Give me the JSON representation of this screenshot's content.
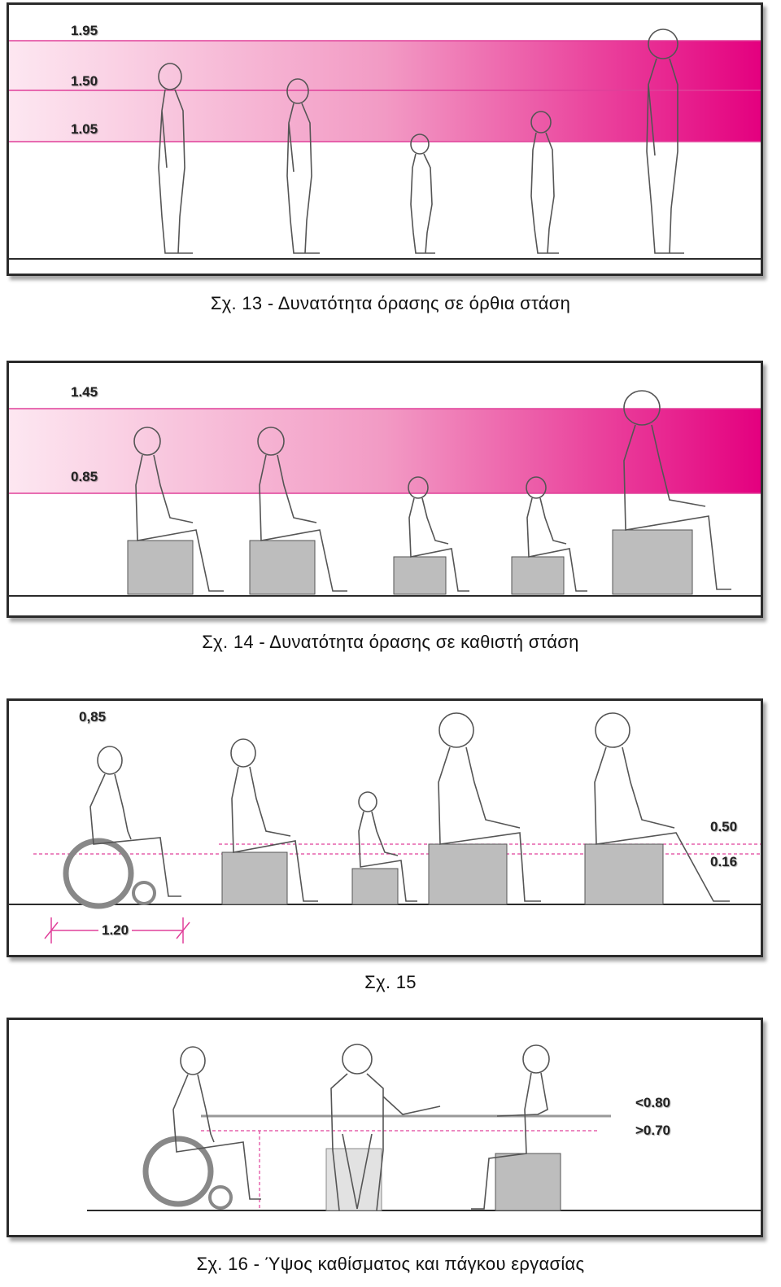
{
  "fig13": {
    "caption": "Σχ. 13 - Δυνατότητα όρασης σε όρθια στάση",
    "levels": [
      "1.95",
      "1.50",
      "1.05"
    ]
  },
  "fig14": {
    "caption": "Σχ. 14 - Δυνατότητα όρασης σε καθιστή στάση",
    "levels": [
      "1.45",
      "0.85"
    ]
  },
  "fig15": {
    "caption": "Σχ. 15",
    "top_label": "0,85",
    "right_labels": [
      "0.50",
      "0.16"
    ],
    "dimension": "1.20"
  },
  "fig16": {
    "caption": "Σχ. 16 - Ύψος καθίσματος και πάγκου εργασίας",
    "right_labels": [
      "<0.80",
      ">0.70"
    ]
  },
  "colors": {
    "band_light": "#fbe3ef",
    "band_dark": "#e4007f",
    "seat": "#bdbdbd",
    "frame": "#2b2b2b",
    "guide": "#e0409a"
  }
}
